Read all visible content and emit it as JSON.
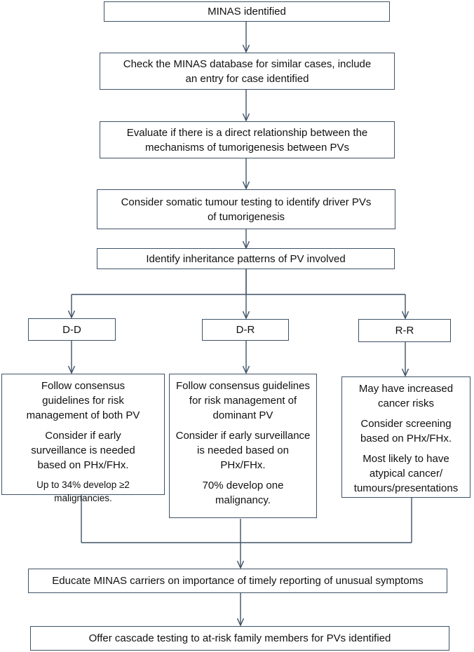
{
  "colors": {
    "border": "#3f5266",
    "arrow": "#3f5266",
    "text": "#111111",
    "background": "#ffffff"
  },
  "steps": {
    "identified": "MINAS identified",
    "check_db": [
      "Check the MINAS database for similar cases, include",
      "an entry for case identified"
    ],
    "evaluate": [
      "Evaluate if there is a direct relationship between the",
      "mechanisms of tumorigenesis between PVs"
    ],
    "somatic": [
      "Consider somatic tumour testing to identify driver PVs",
      "of tumorigenesis"
    ],
    "inheritance": "Identify inheritance patterns of PV involved",
    "educate": "Educate MINAS carriers on importance of timely reporting of unusual symptoms",
    "cascade": "Offer cascade testing to at-risk family members for PVs identified"
  },
  "branches": {
    "dd": {
      "label": "D-D",
      "p1": [
        "Follow consensus",
        "guidelines for risk",
        "management of both PV"
      ],
      "p2": [
        "Consider if early",
        "surveillance is needed",
        "based on PHx/FHx."
      ],
      "p3": [
        "Up to 34% develop ≥2",
        "malignancies."
      ]
    },
    "dr": {
      "label": "D-R",
      "p1": [
        "Follow consensus guidelines",
        "for risk management of",
        "dominant PV"
      ],
      "p2": [
        "Consider if early surveillance",
        "is needed based on",
        "PHx/FHx."
      ],
      "p3": [
        "70% develop one",
        "malignancy."
      ]
    },
    "rr": {
      "label": "R-R",
      "p1": [
        "May have increased",
        "cancer risks"
      ],
      "p2": [
        "Consider screening",
        "based on PHx/FHx."
      ],
      "p3": [
        "Most likely to have",
        "atypical cancer/",
        "tumours/presentations"
      ]
    }
  }
}
